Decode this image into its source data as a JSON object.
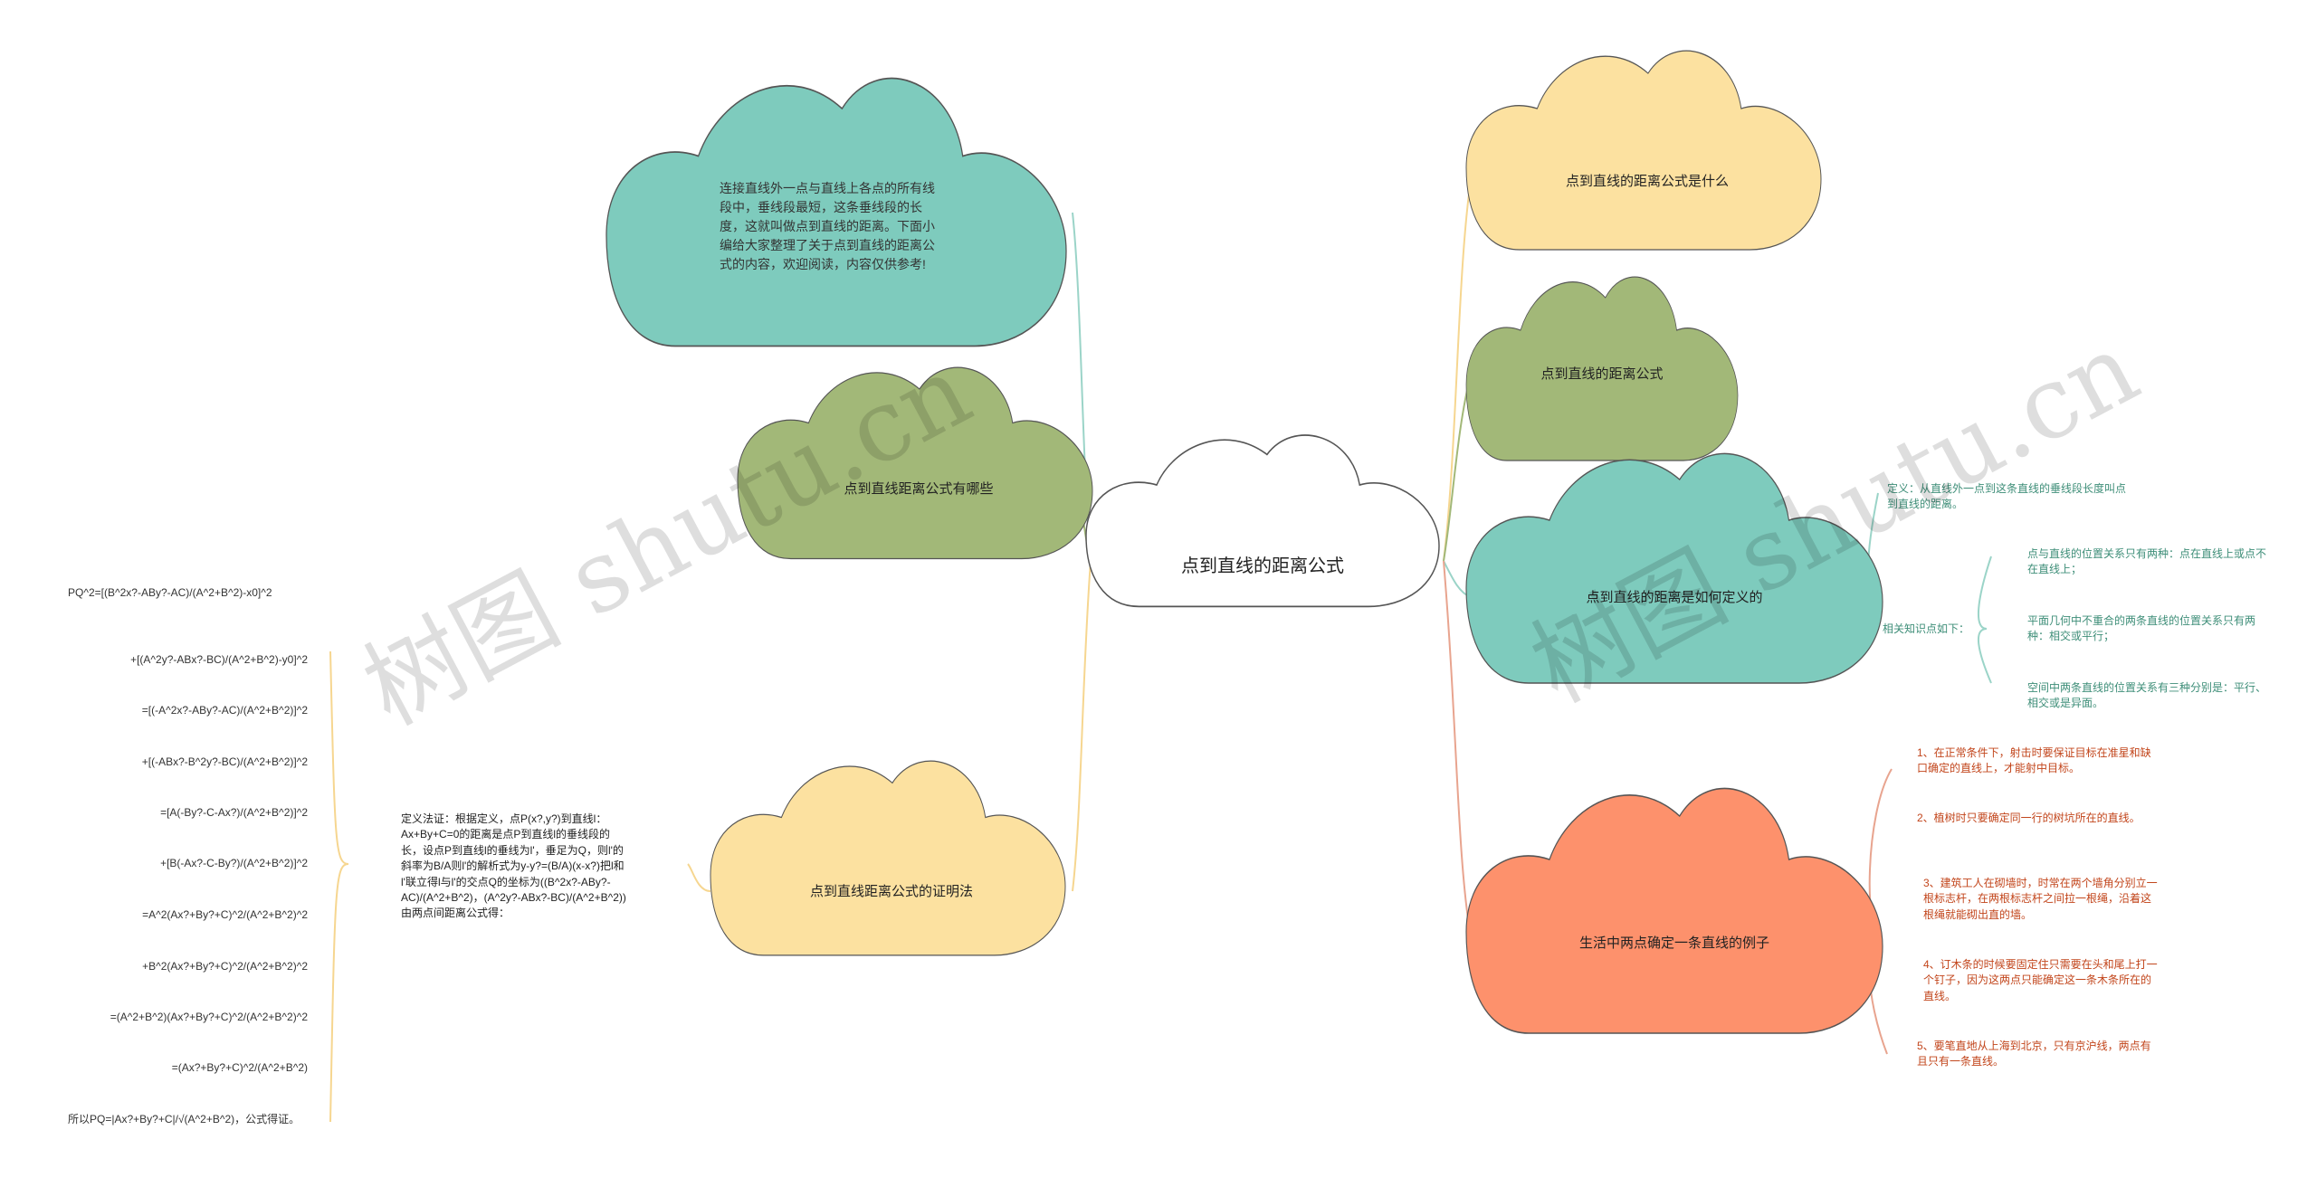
{
  "root": "点到直线的距离公式",
  "left": {
    "intro": "连接直线外一点与直线上各点的所有线段中，垂线段最短，这条垂线段的长度，这就叫做点到直线的距离。下面小编给大家整理了关于点到直线的距离公式的内容，欢迎阅读，内容仅供参考!",
    "which": "点到直线距离公式有哪些",
    "proof": "点到直线距离公式的证明法",
    "proof_def": "定义法证：根据定义，点P(x?,y?)到直线l：Ax+By+C=0的距离是点P到直线l的垂线段的长，设点P到直线l的垂线为l'，垂足为Q，则l'的斜率为B/A则l'的解析式为y-y?=(B/A)(x-x?)把l和l'联立得l与l'的交点Q的坐标为((B^2x?-ABy?-AC)/(A^2+B^2)，(A^2y?-ABx?-BC)/(A^2+B^2))由两点间距离公式得：",
    "equations": [
      "PQ^2=[(B^2x?-ABy?-AC)/(A^2+B^2)-x0]^2",
      "+[(A^2y?-ABx?-BC)/(A^2+B^2)-y0]^2",
      "=[(-A^2x?-ABy?-AC)/(A^2+B^2)]^2",
      "+[(-ABx?-B^2y?-BC)/(A^2+B^2)]^2",
      "=[A(-By?-C-Ax?)/(A^2+B^2)]^2",
      "+[B(-Ax?-C-By?)/(A^2+B^2)]^2",
      "=A^2(Ax?+By?+C)^2/(A^2+B^2)^2",
      "+B^2(Ax?+By?+C)^2/(A^2+B^2)^2",
      "=(A^2+B^2)(Ax?+By?+C)^2/(A^2+B^2)^2",
      "=(Ax?+By?+C)^2/(A^2+B^2)",
      "所以PQ=|Ax?+By?+C|/√(A^2+B^2)，公式得证。"
    ]
  },
  "right": {
    "what": "点到直线的距离公式是什么",
    "formula": "点到直线的距离公式",
    "define": "点到直线的距离是如何定义的",
    "def_text": "定义：从直线外一点到这条直线的垂线段长度叫点到直线的距离。",
    "related_label": "相关知识点如下：",
    "related": [
      "点与直线的位置关系只有两种：点在直线上或点不在直线上；",
      "平面几何中不重合的两条直线的位置关系只有两种：相交或平行；",
      "空间中两条直线的位置关系有三种分别是：平行、相交或是异面。"
    ],
    "life": "生活中两点确定一条直线的例子",
    "examples": [
      "1、在正常条件下，射击时要保证目标在准星和缺口确定的直线上，才能射中目标。",
      "2、植树时只要确定同一行的树坑所在的直线。",
      "3、建筑工人在砌墙时，时常在两个墙角分别立一根标志杆，在两根标志杆之间拉一根绳，沿着这根绳就能砌出直的墙。",
      "4、订木条的时候要固定住只需要在头和尾上打一个钉子，因为这两点只能确定这一条木条所在的直线。",
      "5、要笔直地从上海到北京，只有京沪线，两点有且只有一条直线。"
    ]
  },
  "watermark": "树图 shutu.cn",
  "colors": {
    "teal": "#7ecbbd",
    "olive": "#a2b878",
    "sand": "#fce1a0",
    "coral": "#fd916c",
    "line_red": "#e8a48f",
    "line_green": "#9bd4c8",
    "line_sand": "#f6d690"
  }
}
